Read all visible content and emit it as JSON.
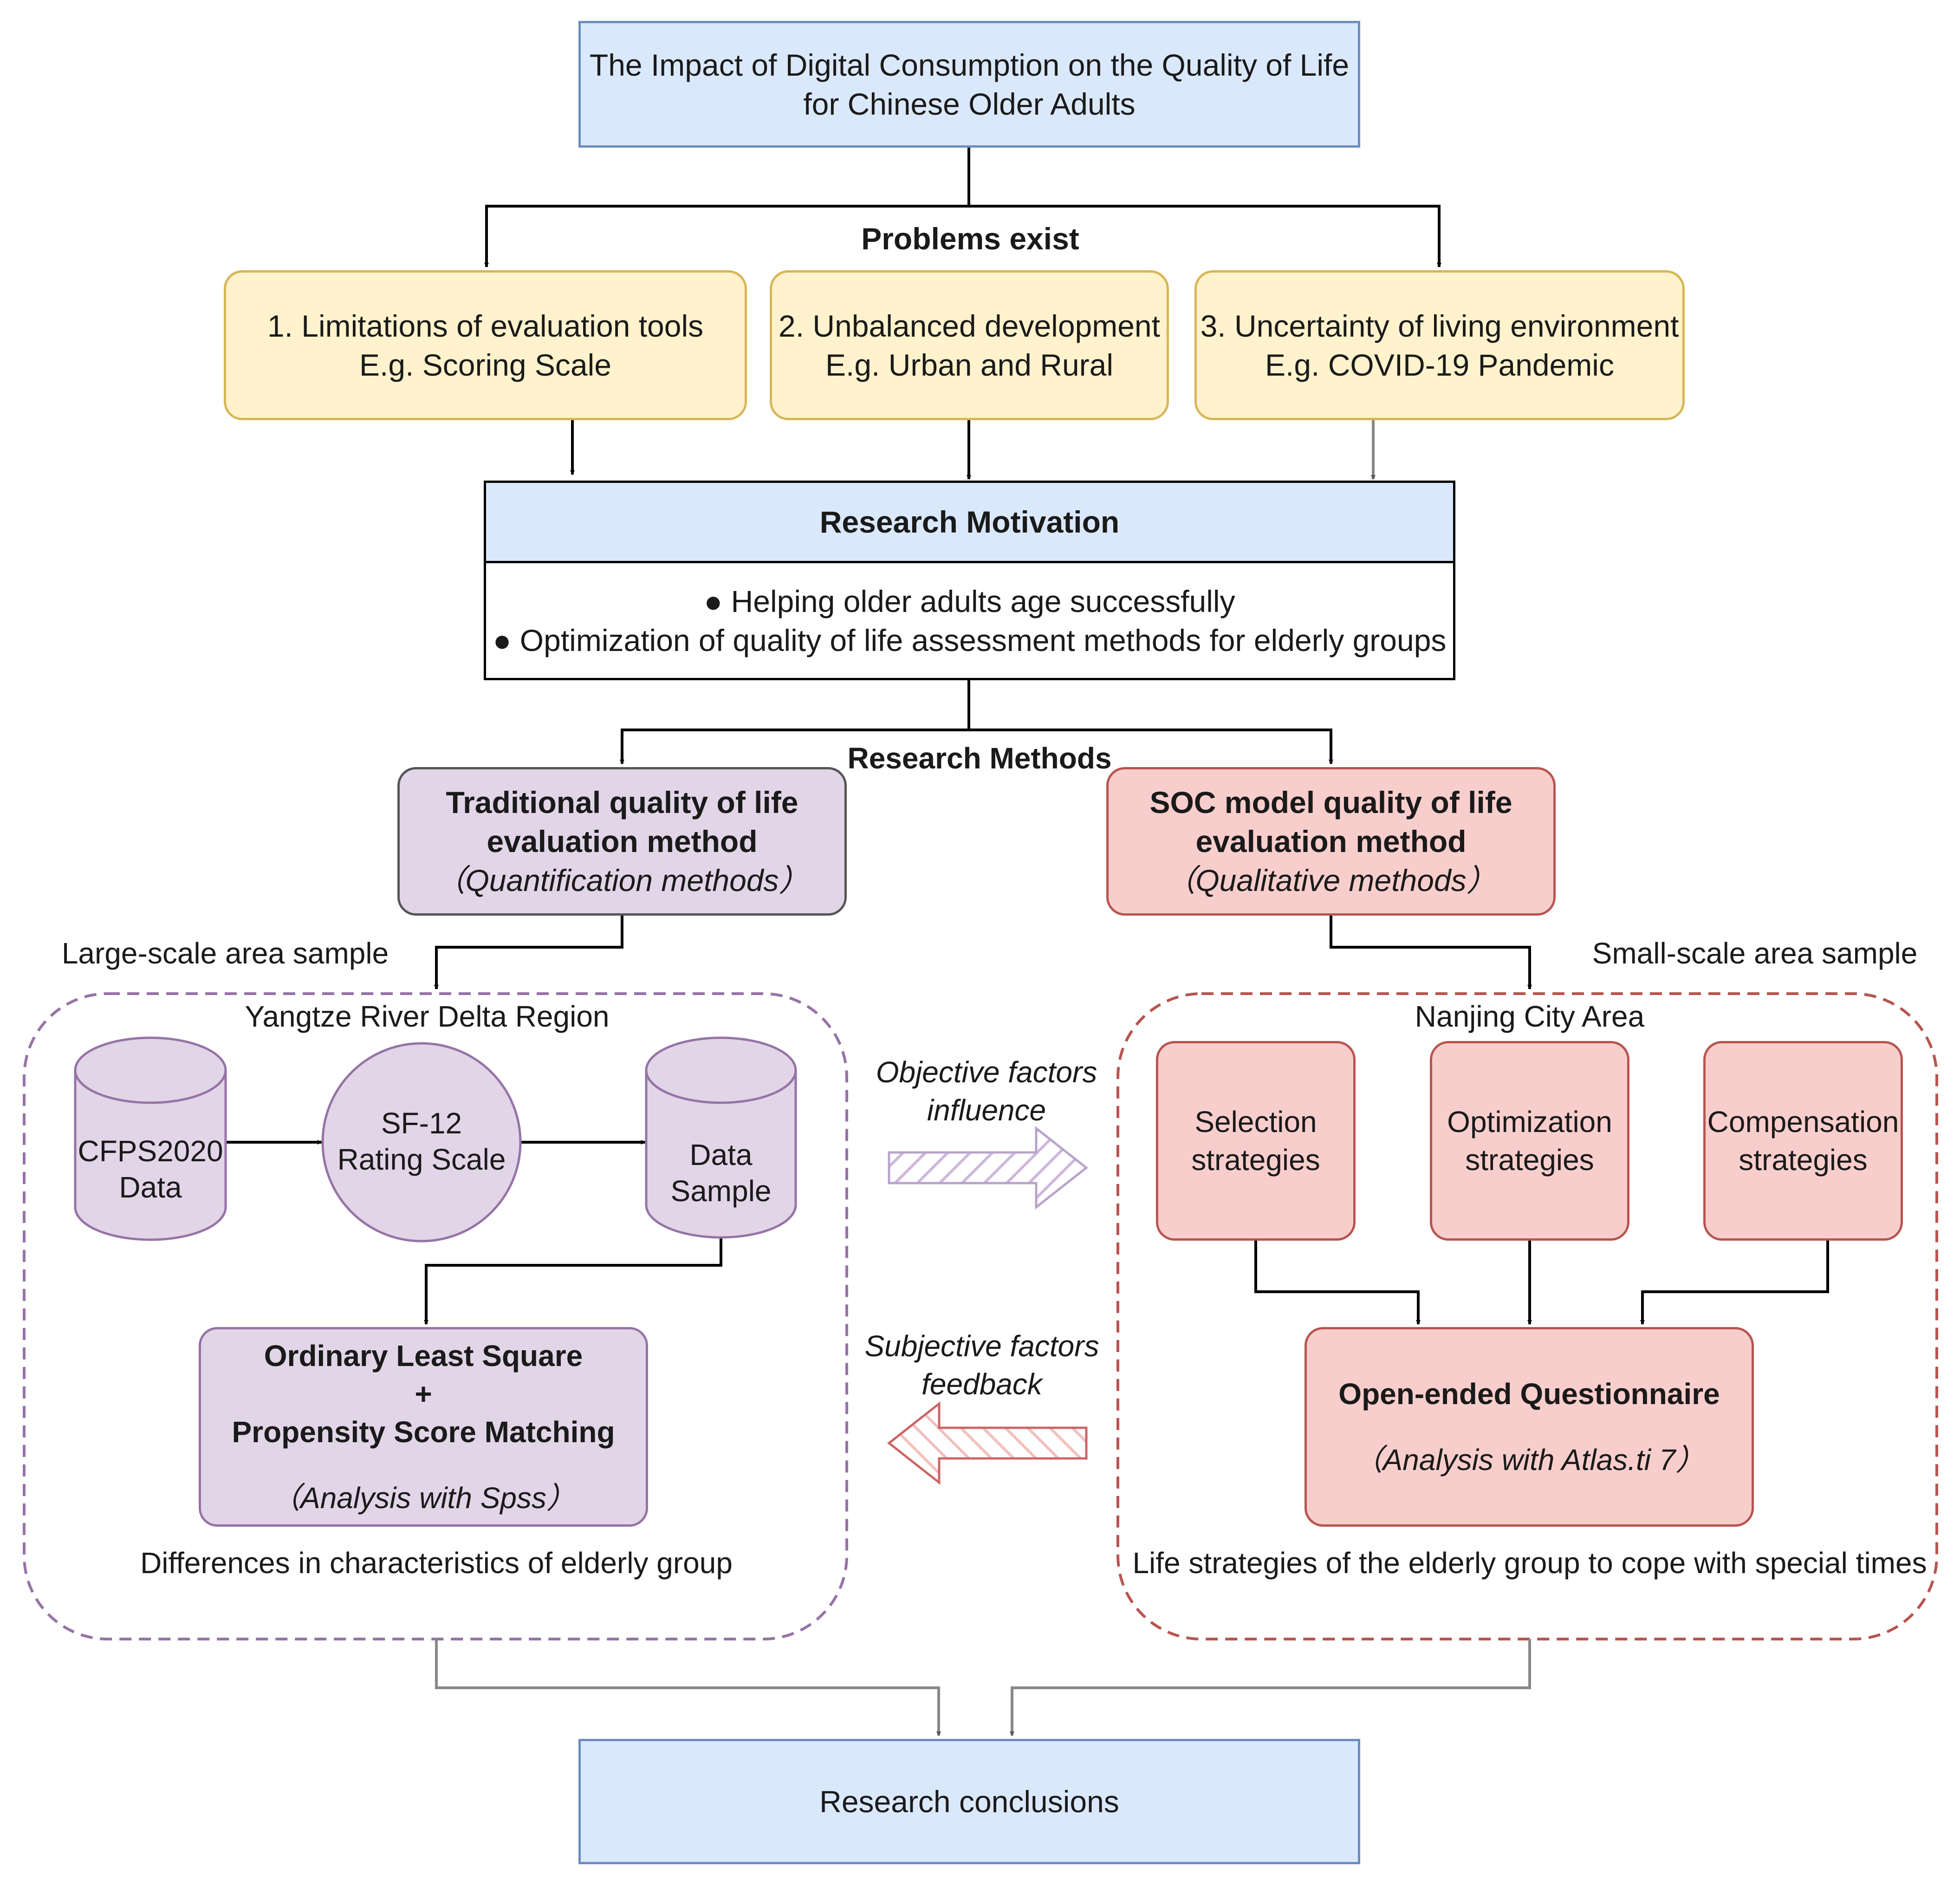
{
  "title": {
    "line1": "The Impact of Digital Consumption on the Quality of Life",
    "line2": "for Chinese Older Adults"
  },
  "problems_label": "Problems exist",
  "problems": [
    {
      "line1": "1. Limitations of evaluation tools",
      "line2": "E.g. Scoring Scale"
    },
    {
      "line1": "2. Unbalanced development",
      "line2": "E.g. Urban and Rural"
    },
    {
      "line1": "3. Uncertainty of living environment",
      "line2": "E.g. COVID-19 Pandemic"
    }
  ],
  "motivation": {
    "header": "Research Motivation",
    "bullets": [
      "Helping older adults age successfully",
      "Optimization of quality of life assessment methods for elderly groups"
    ]
  },
  "methods_label": "Research Methods",
  "traditional": {
    "line1": "Traditional quality of life",
    "line2": "evaluation method",
    "sub": "（Quantification methods）"
  },
  "soc": {
    "line1": "SOC model quality of life",
    "line2": "evaluation method",
    "sub": "（Qualitative methods）"
  },
  "large_sample_label": "Large-scale area sample",
  "small_sample_label": "Small-scale area sample",
  "left_group": {
    "title": "Yangtze River Delta Region",
    "cfps": {
      "line1": "CFPS2020",
      "line2": "Data"
    },
    "sf12": {
      "line1": "SF-12",
      "line2": "Rating Scale"
    },
    "sample": {
      "line1": "Data",
      "line2": "Sample"
    },
    "ols": {
      "line1": "Ordinary Least Square",
      "plus": "+",
      "line2": "Propensity Score Matching",
      "sub": "（Analysis with Spss）"
    },
    "caption": "Differences in characteristics of elderly group"
  },
  "right_group": {
    "title": "Nanjing City Area",
    "strategies": [
      {
        "line1": "Selection",
        "line2": "strategies"
      },
      {
        "line1": "Optimization",
        "line2": "strategies"
      },
      {
        "line1": "Compensation",
        "line2": "strategies"
      }
    ],
    "questionnaire": {
      "title": "Open-ended Questionnaire",
      "sub": "（Analysis with Atlas.ti 7）"
    },
    "caption": "Life strategies of the elderly group to cope with special times"
  },
  "objective_arrow": {
    "line1": "Objective factors",
    "line2": "influence"
  },
  "subjective_arrow": {
    "line1": "Subjective factors",
    "line2": "feedback"
  },
  "conclusions": "Research conclusions",
  "colors": {
    "blue_fill": "#dae8fc",
    "yellow_fill": "#fff2cc",
    "purple_fill": "#e1d5e7",
    "red_fill": "#f8cecc"
  }
}
